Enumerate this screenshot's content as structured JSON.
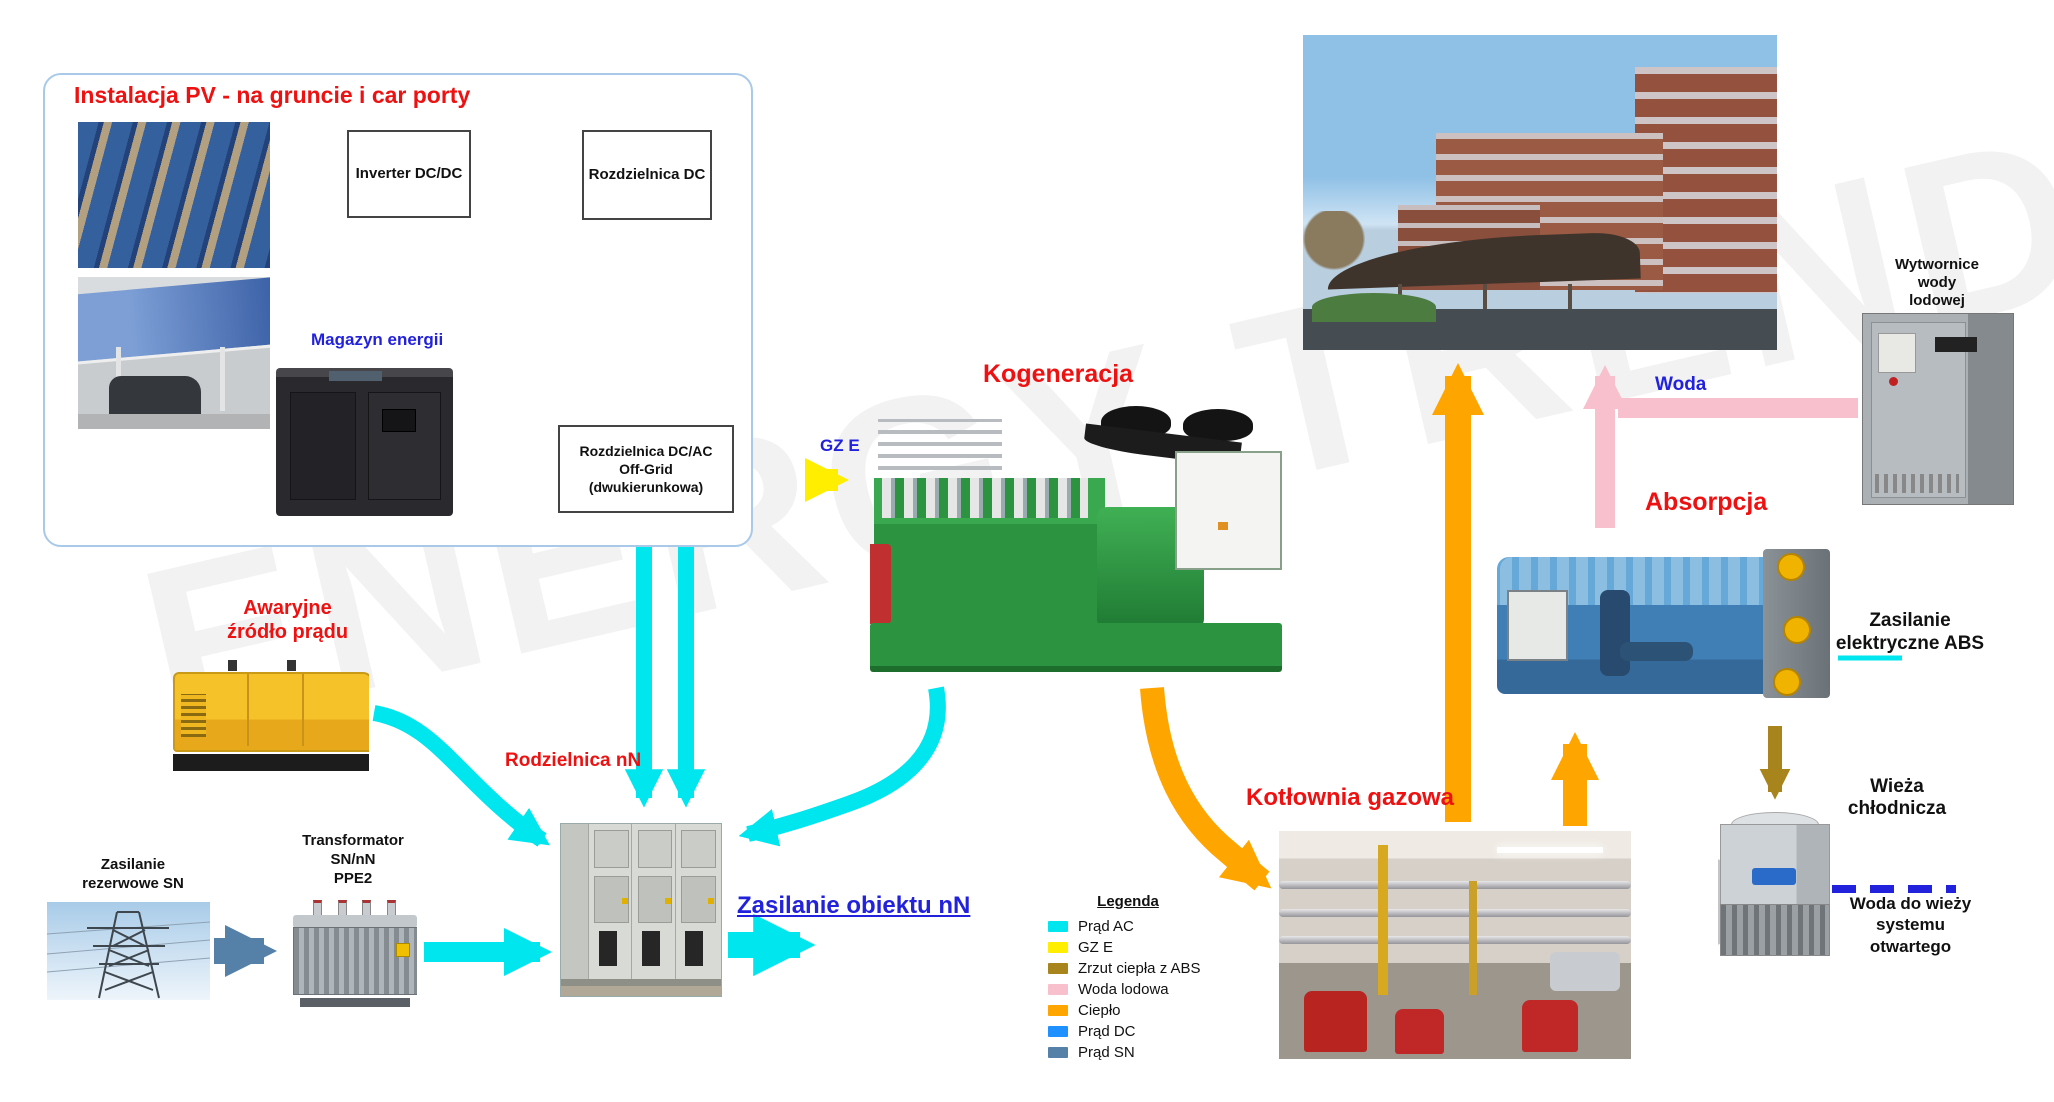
{
  "watermark": "ENERGY TREND",
  "pv_section": {
    "title": "Instalacja PV - na gruncie i car porty",
    "inverter_box": "Inverter DC/DC",
    "dc_switchboard_box": "Rozdzielnica DC",
    "storage_label": "Magazyn energii",
    "offgrid_line1": "Rozdzielnica DC/AC",
    "offgrid_line2": "Off-Grid",
    "offgrid_line3": "(dwukierunkowa)"
  },
  "labels": {
    "kogeneracja": "Kogeneracja",
    "gz_e": "GZ E",
    "woda": "Woda",
    "absorpcja": "Absorpcja",
    "zasilanie_abs_line1": "Zasilanie",
    "zasilanie_abs_line2": "elektryczne ABS",
    "wytwornice_line1": "Wytwornice",
    "wytwornice_line2": "wody",
    "wytwornice_line3": "lodowej",
    "wieza_line1": "Wieża",
    "wieza_line2": "chłodnicza",
    "woda_wiezy_line1": "Woda do wieży",
    "woda_wiezy_line2": "systemu",
    "woda_wiezy_line3": "otwartego",
    "kotlownia": "Kotłownia gazowa",
    "rodzielnica_nn": "Rodzielnica nN",
    "zasilanie_obiektu": "Zasilanie obiektu nN",
    "awaryjne_line1": "Awaryjne",
    "awaryjne_line2": "źródło prądu",
    "zasilanie_rez_line1": "Zasilanie",
    "zasilanie_rez_line2": "rezerwowe SN",
    "transformator_line1": "Transformator",
    "transformator_line2": "SN/nN",
    "transformator_line3": "PPE2"
  },
  "legend": {
    "title": "Legenda",
    "items": [
      {
        "label": "Prąd AC",
        "color": "#00e6ef"
      },
      {
        "label": "GZ E",
        "color": "#ffee00"
      },
      {
        "label": "Zrzut ciepła z ABS",
        "color": "#a8841c"
      },
      {
        "label": "Woda lodowa",
        "color": "#f8c0cc"
      },
      {
        "label": "Ciepło",
        "color": "#ffa500"
      },
      {
        "label": "Prąd DC",
        "color": "#1e90ff"
      },
      {
        "label": "Prąd SN",
        "color": "#5580a8"
      }
    ]
  }
}
